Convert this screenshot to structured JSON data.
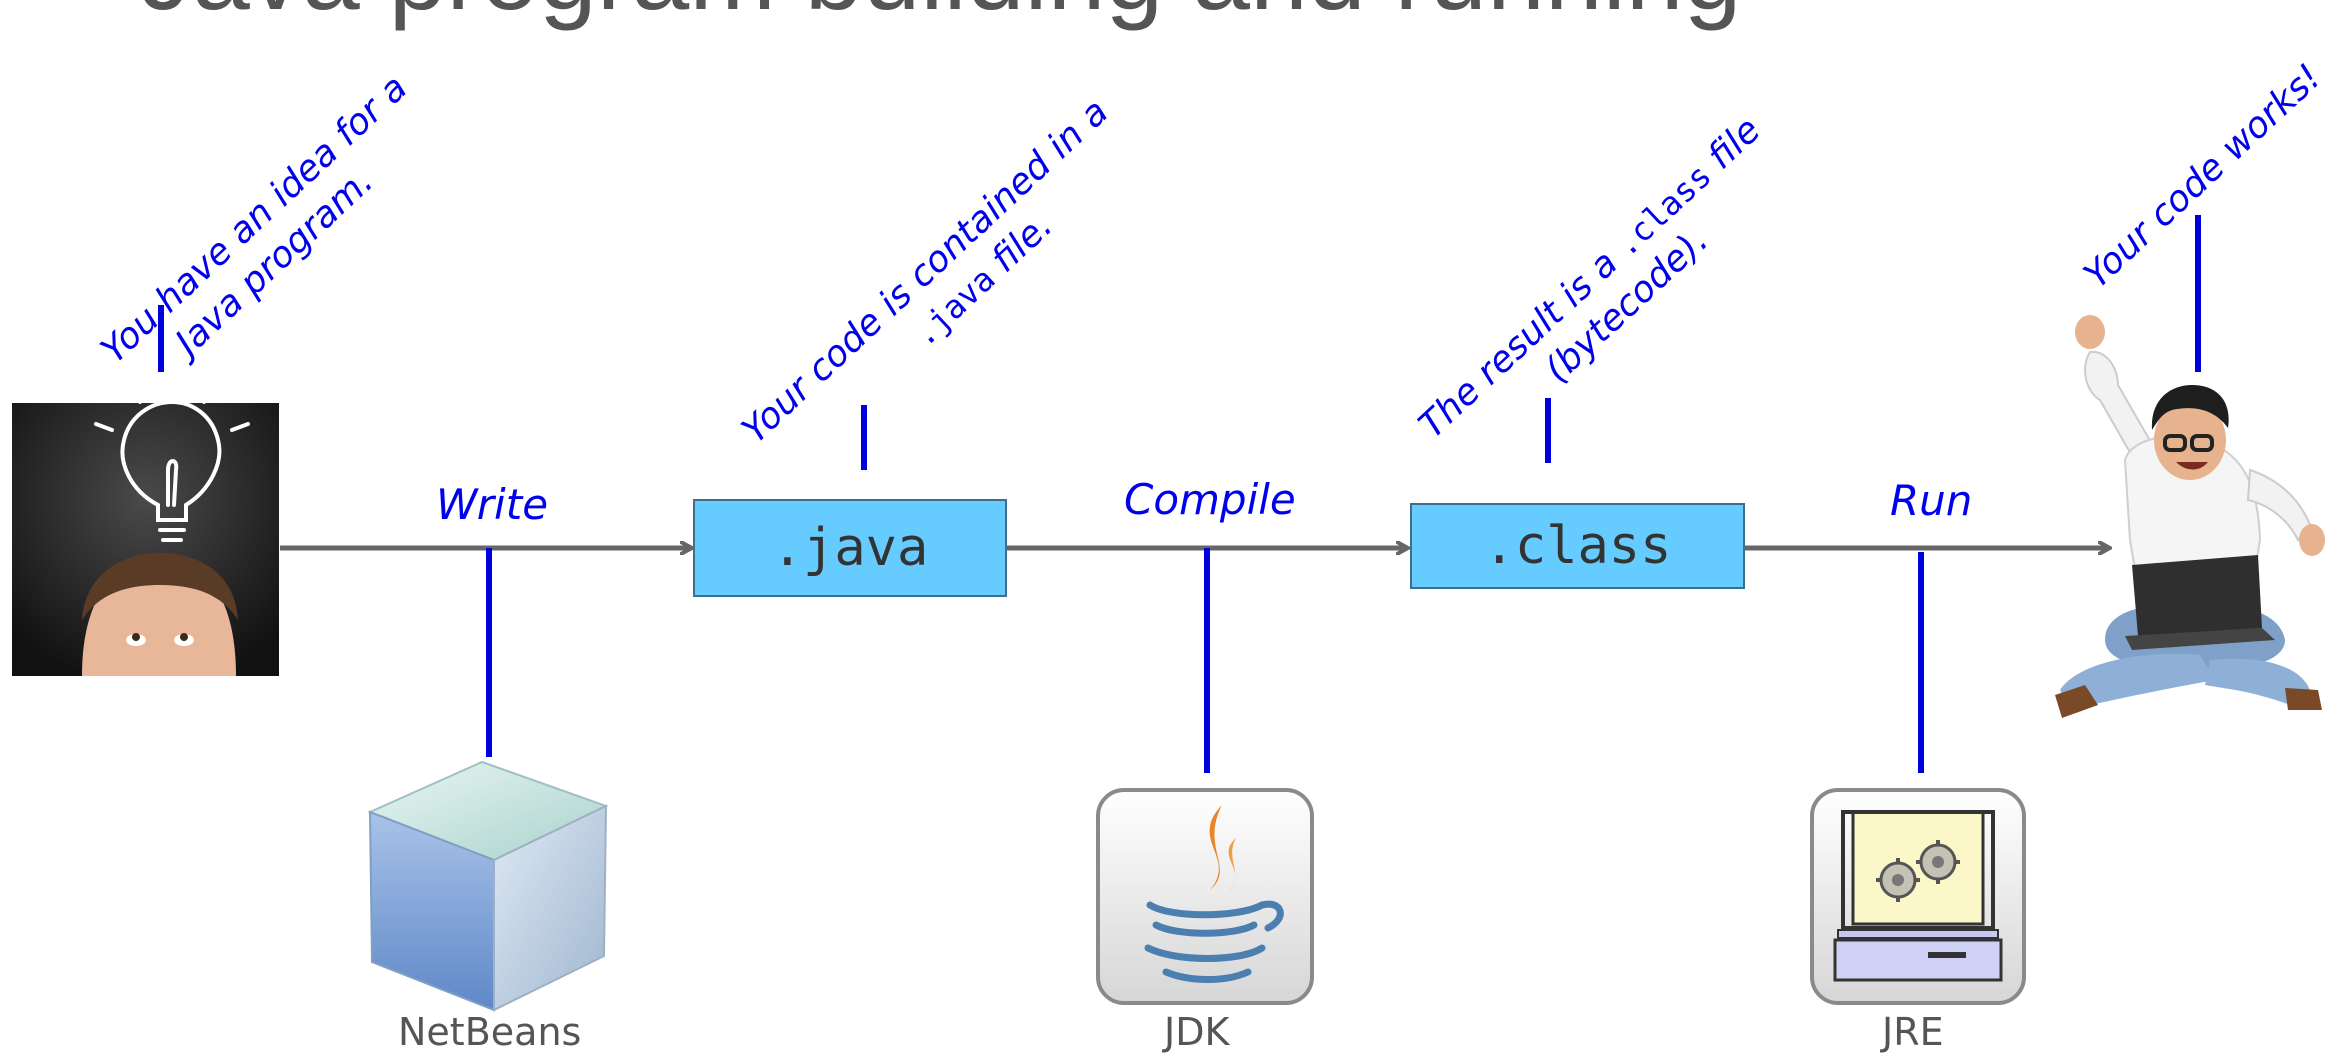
{
  "title": "Java program building and running",
  "steps": {
    "write": "Write",
    "compile": "Compile",
    "run": "Run"
  },
  "files": {
    "java": ".java",
    "class": ".class"
  },
  "tools": {
    "netbeans": "NetBeans",
    "jdk": "JDK",
    "jre": "JRE"
  },
  "annotations": {
    "idea_line1": "You have an idea for a",
    "idea_line2": "Java program.",
    "java_line1": "Your code is contained in a",
    "java_mono": ".java",
    "java_rest": " file.",
    "class_pre": "The result is a ",
    "class_mono": ".class",
    "class_post": " file",
    "class_line2": "(bytecode).",
    "works": "Your code works!"
  },
  "icons": {
    "idea_person": "lightbulb-idea-person",
    "netbeans": "netbeans-cube-icon",
    "jdk": "java-coffee-cup-icon",
    "jre": "computer-gears-icon",
    "happy_person": "celebrating-person-with-laptop"
  },
  "colors": {
    "annotation": "#0000ee",
    "connector": "#0000dd",
    "arrow": "#666666",
    "file_box": "#66ccff"
  }
}
